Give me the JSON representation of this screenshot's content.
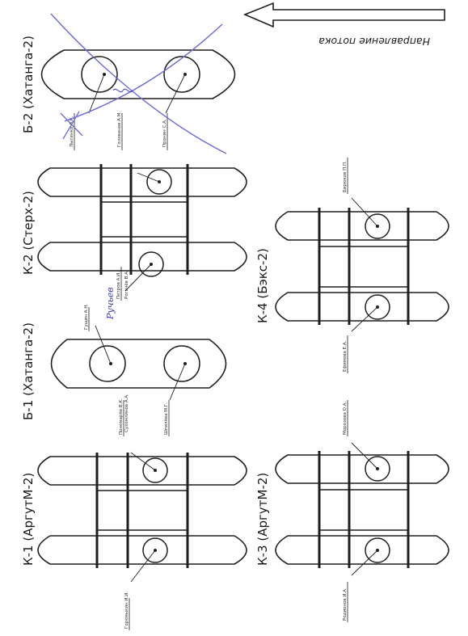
{
  "flow_direction_label": "Направление потока",
  "boats": {
    "b2": {
      "label": "Б-2 (Хатанга-2)",
      "crew": [
        "Лысенко Л.К.",
        "Голованов А.М.",
        "Пронин С.А."
      ],
      "crossed_out": true,
      "signature": "Руч"
    },
    "k2": {
      "label": "К-2 (Стерх-2)",
      "crew": [
        "Петров А.И.",
        "Рогачёв В.А."
      ]
    },
    "b1": {
      "label": "Б-1 (Хатанга-2)",
      "crew": [
        "Гущин А.Н.",
        "Пономарёв В.К.",
        "Шпилёва М.Г."
      ],
      "signature": "Ручьев"
    },
    "k1": {
      "label": "К-1 (АргутМ-2)",
      "crew": [
        "Сухомлинов А.А.",
        "Горемыкин И.И."
      ]
    },
    "k4": {
      "label": "К-4 (Бэкс-2)",
      "crew": [
        "Бирюков П.П.",
        "Ефимова Е.А."
      ]
    },
    "k3": {
      "label": "К-3 (АргутМ-2)",
      "crew": [
        "Морозова О.А.",
        "Родионов И.А."
      ]
    }
  },
  "colors": {
    "line": "#1f1f1f",
    "cross_mark": "#6a6ad8",
    "signature": "#3a3ab0"
  }
}
